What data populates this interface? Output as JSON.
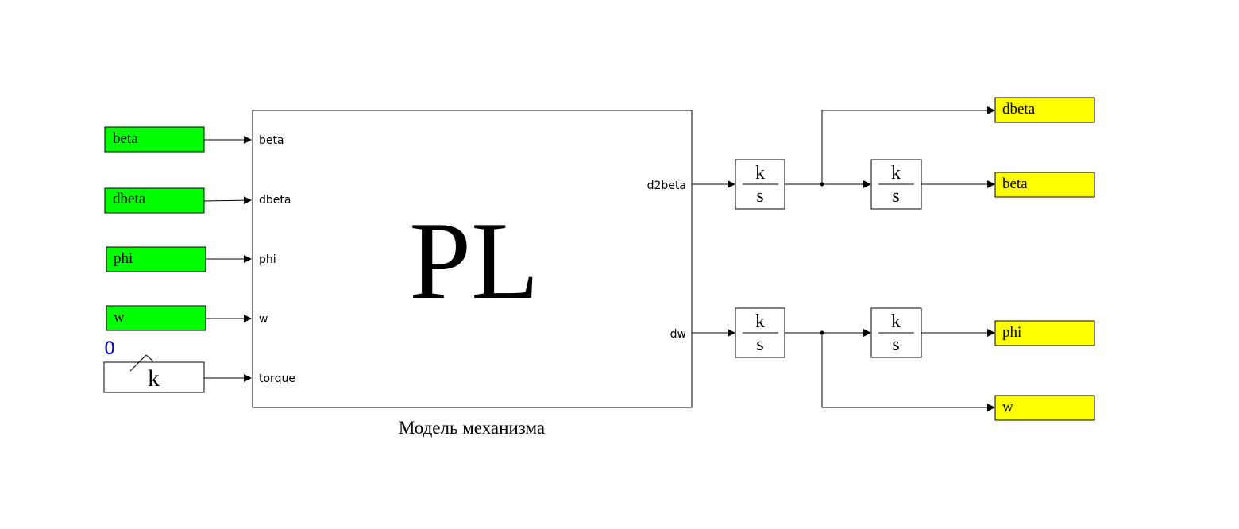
{
  "colors": {
    "from_block_fill": "#00ff00",
    "goto_block_fill": "#ffff00",
    "line": "#000000",
    "slider_value": "#0000cc"
  },
  "inputs": [
    {
      "tag": "beta"
    },
    {
      "tag": "dbeta"
    },
    {
      "tag": "phi"
    },
    {
      "tag": "w"
    }
  ],
  "slider_gain": {
    "label": "k",
    "value": "0"
  },
  "subsystem": {
    "title": "PL",
    "caption": "Модель механизма",
    "input_ports": [
      "beta",
      "dbeta",
      "phi",
      "w",
      "torque"
    ],
    "output_ports": [
      "d2beta",
      "dw"
    ]
  },
  "integrators": [
    {
      "numerator": "k",
      "denominator": "s"
    },
    {
      "numerator": "k",
      "denominator": "s"
    },
    {
      "numerator": "k",
      "denominator": "s"
    },
    {
      "numerator": "k",
      "denominator": "s"
    }
  ],
  "outputs": [
    {
      "tag": "dbeta"
    },
    {
      "tag": "beta"
    },
    {
      "tag": "phi"
    },
    {
      "tag": "w"
    }
  ]
}
